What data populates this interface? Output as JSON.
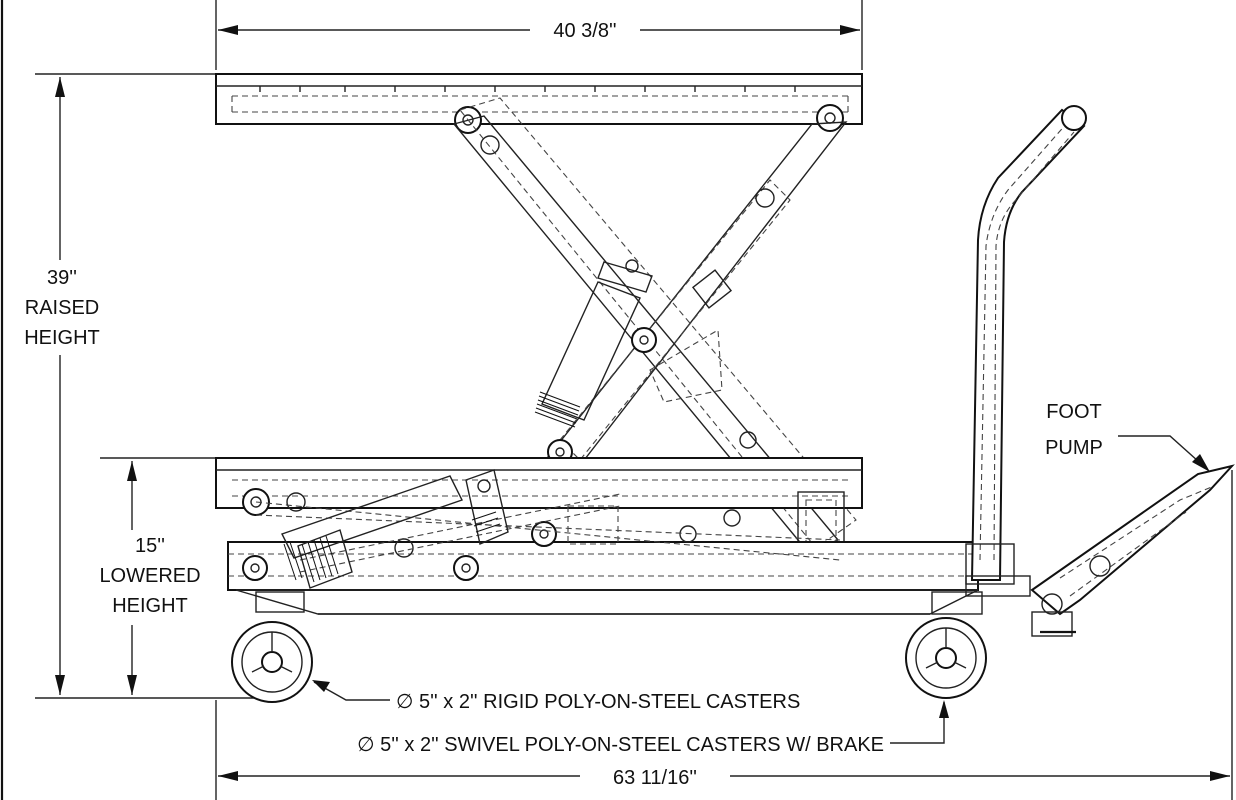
{
  "dimensions": {
    "top_width": "40 3/8''",
    "raised_height": {
      "value": "39''",
      "line1": "RAISED",
      "line2": "HEIGHT"
    },
    "lowered_height": {
      "value": "15''",
      "line1": "LOWERED",
      "line2": "HEIGHT"
    },
    "overall_length": "63 11/16''"
  },
  "callouts": {
    "foot_pump_line1": "FOOT",
    "foot_pump_line2": "PUMP",
    "rigid_casters": "∅ 5'' x 2'' RIGID POLY-ON-STEEL CASTERS",
    "swivel_casters": "∅ 5'' x 2'' SWIVEL POLY-ON-STEEL CASTERS W/ BRAKE"
  },
  "colors": {
    "line": "#111111",
    "background": "#ffffff"
  }
}
